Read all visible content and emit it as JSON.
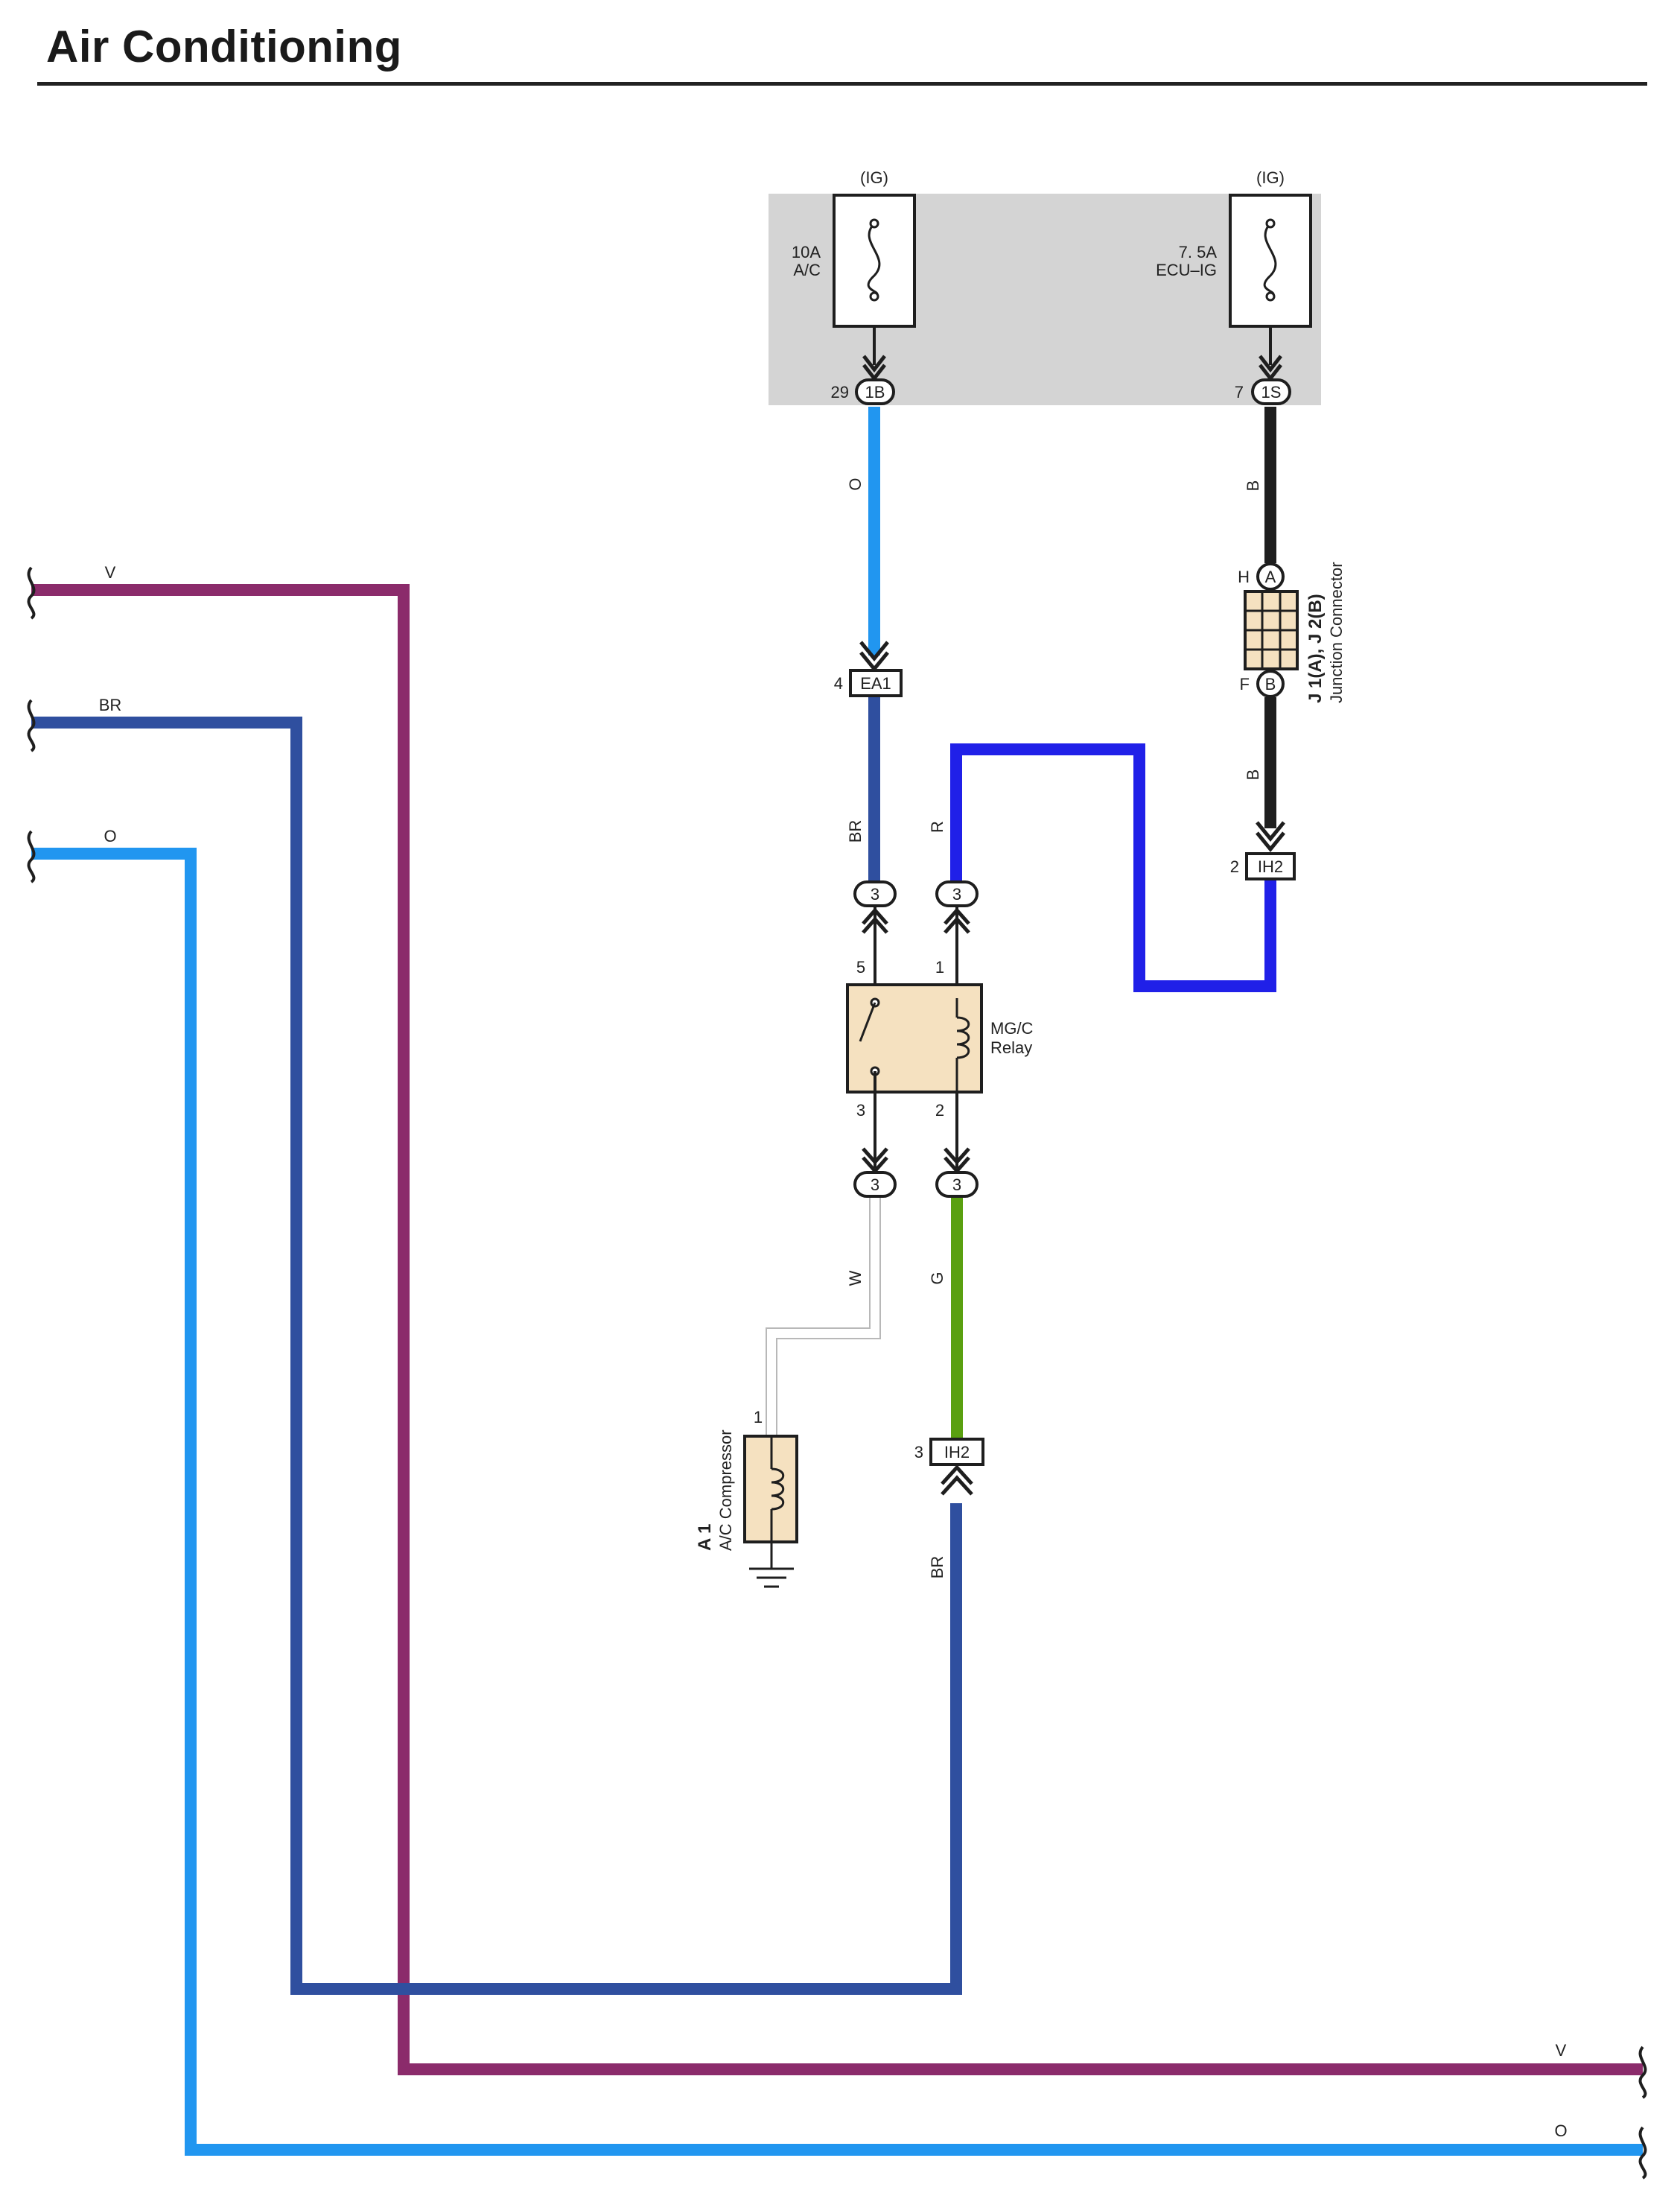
{
  "title": "Air Conditioning",
  "colors": {
    "V": "#8b2b6b",
    "BR": "#2f4f9f",
    "O": "#2196f0",
    "B": "#1e1e1e",
    "R": "#2020e8",
    "G": "#5aa010",
    "W": "#b8b8b8",
    "relay_fill": "#f5e1c0",
    "fuse_box": "#d4d4d4"
  },
  "fuse_block": {
    "fuse_ac": {
      "supply": "(IG)",
      "rating": "10A",
      "name": "A/C",
      "pin": "29",
      "connector": "1B"
    },
    "fuse_ecu": {
      "supply": "(IG)",
      "rating": "7. 5A",
      "name": "ECU–IG",
      "pin": "7",
      "connector": "1S"
    }
  },
  "wires": {
    "o_top": "O",
    "b_top": "B",
    "b_mid": "B",
    "br_relay": "BR",
    "r_relay": "R",
    "w_comp": "W",
    "g_relay": "G",
    "br_bottom": "BR"
  },
  "connectors": {
    "ea1": {
      "pin": "4",
      "name": "EA1"
    },
    "ih2_top": {
      "pin": "2",
      "name": "IH2"
    },
    "ih2_bottom": {
      "pin": "3",
      "name": "IH2"
    },
    "relay_in_5": "3",
    "relay_in_1": "3",
    "relay_out_3": "3",
    "relay_out_2": "3"
  },
  "junction": {
    "pin_a_label": "H",
    "pin_a": "A",
    "pin_b_label": "F",
    "pin_b": "B",
    "id": "J 1(A), J 2(B)",
    "name": "Junction Connector"
  },
  "relay": {
    "name_line1": "MG/C",
    "name_line2": "Relay",
    "pin_top_left": "5",
    "pin_top_right": "1",
    "pin_bottom_left": "3",
    "pin_bottom_right": "2"
  },
  "compressor": {
    "pin": "1",
    "id": "A 1",
    "name": "A/C Compressor"
  },
  "continuations": {
    "left_v": "V",
    "left_br": "BR",
    "left_o": "O",
    "right_v": "V",
    "right_o": "O"
  }
}
